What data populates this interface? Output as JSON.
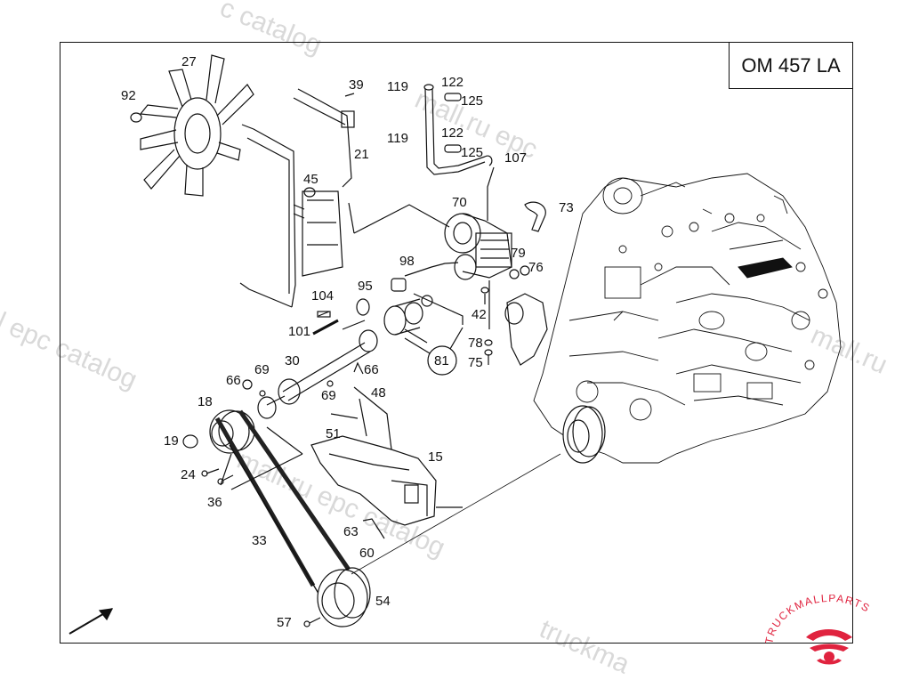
{
  "model": "OM 457 LA",
  "watermarks": [
    "c catalog",
    "mall.ru epc",
    "l epc catalog",
    "mall.ru",
    "mall.ru epc catalog",
    "truckma"
  ],
  "brand": {
    "text": "TRUCKMALLPARTS",
    "color": "#e0233f"
  },
  "callouts": {
    "c27": "27",
    "c92": "92",
    "c39": "39",
    "c21": "21",
    "c45": "45",
    "c119a": "119",
    "c122a": "122",
    "c125a": "125",
    "c119b": "119",
    "c122b": "122",
    "c125b": "125",
    "c107": "107",
    "c70": "70",
    "c73": "73",
    "c79": "79",
    "c98": "98",
    "c76": "76",
    "c104": "104",
    "c95": "95",
    "c42": "42",
    "c101": "101",
    "c78": "78",
    "c75": "75",
    "c81": "81",
    "c30": "30",
    "c66a": "66",
    "c69a": "69",
    "c66b": "66",
    "c69b": "69",
    "c48": "48",
    "c18": "18",
    "c19": "19",
    "c51": "51",
    "c15": "15",
    "c24": "24",
    "c36": "36",
    "c63": "63",
    "c60": "60",
    "c33": "33",
    "c54": "54",
    "c57": "57"
  }
}
